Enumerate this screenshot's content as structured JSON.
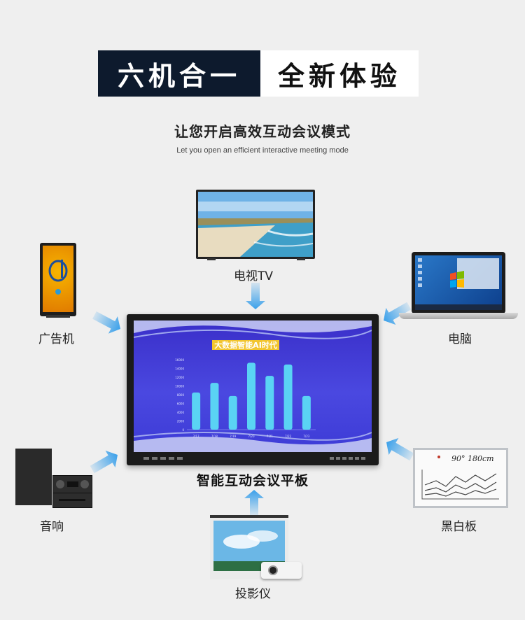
{
  "header": {
    "title_left": "六机合一",
    "title_right": "全新体验",
    "subtitle": "让您开启高效互动会议模式",
    "subtitle_en": "Let you open an efficient interactive meeting mode"
  },
  "center": {
    "label": "智能互动会议平板",
    "screen": {
      "chart_title": "大数据智能AI时代",
      "chart_data": {
        "type": "bar",
        "title": "大数据智能AI时代",
        "categories": [
          "7/17",
          "7/18",
          "7/19",
          "7/20",
          "7.21",
          "7/22",
          "7/23"
        ],
        "values": [
          8500,
          10700,
          7700,
          15300,
          12300,
          14900,
          7700
        ],
        "yticks": [
          "16000",
          "14000",
          "12000",
          "10000",
          "8000",
          "6000",
          "4000",
          "2000",
          "0"
        ],
        "ylim": [
          0,
          16000
        ],
        "color": "#5ad3f4"
      }
    }
  },
  "devices": {
    "tv": "电视TV",
    "kiosk": "广告机",
    "laptop": "电脑",
    "speaker": "音响",
    "whiteboard": "黑白板",
    "projector": "投影仪"
  },
  "whiteboard_text": "90° 180cm",
  "colors": {
    "banner_dark": "#0d1a2d",
    "arrow": "#3aa0ea",
    "chart_bg": "#4542dd",
    "bar": "#5ad3f4"
  }
}
